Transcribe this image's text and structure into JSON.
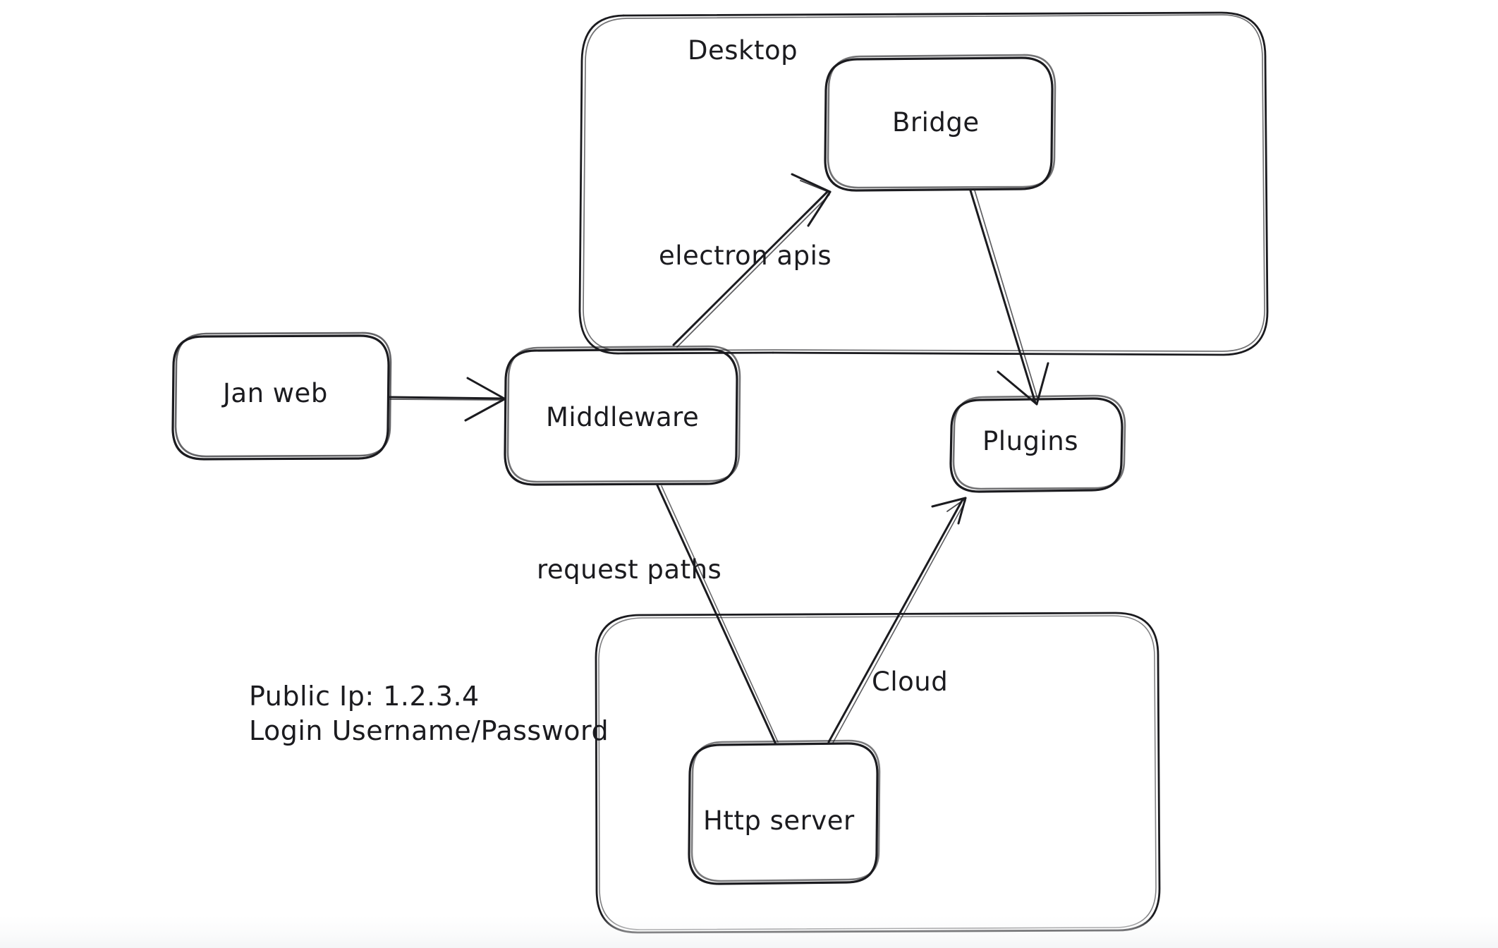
{
  "diagram": {
    "title": "Jan desktop / cloud architecture sketch",
    "style": "hand-drawn",
    "stroke_color": "#1b1b1f",
    "background_color": "#ffffff",
    "groups": [
      {
        "id": "desktop",
        "label": "Desktop"
      },
      {
        "id": "cloud_container",
        "label": ""
      }
    ],
    "nodes": [
      {
        "id": "jan_web",
        "label": "Jan web"
      },
      {
        "id": "middleware",
        "label": "Middleware"
      },
      {
        "id": "bridge",
        "label": "Bridge"
      },
      {
        "id": "plugins",
        "label": "Plugins"
      },
      {
        "id": "http_server",
        "label": "Http server"
      }
    ],
    "edges": [
      {
        "id": "e1",
        "from": "jan_web",
        "to": "middleware",
        "label": ""
      },
      {
        "id": "e2",
        "from": "middleware",
        "to": "bridge",
        "label": "electron apis"
      },
      {
        "id": "e3",
        "from": "bridge",
        "to": "plugins",
        "label": ""
      },
      {
        "id": "e4",
        "from": "middleware",
        "to": "http_server",
        "label": "request paths"
      },
      {
        "id": "e5",
        "from": "http_server",
        "to": "plugins",
        "label": "Cloud"
      }
    ],
    "notes": [
      {
        "id": "note_ip",
        "line1": "Public Ip: 1.2.3.4",
        "line2": "Login Username/Password"
      }
    ]
  }
}
